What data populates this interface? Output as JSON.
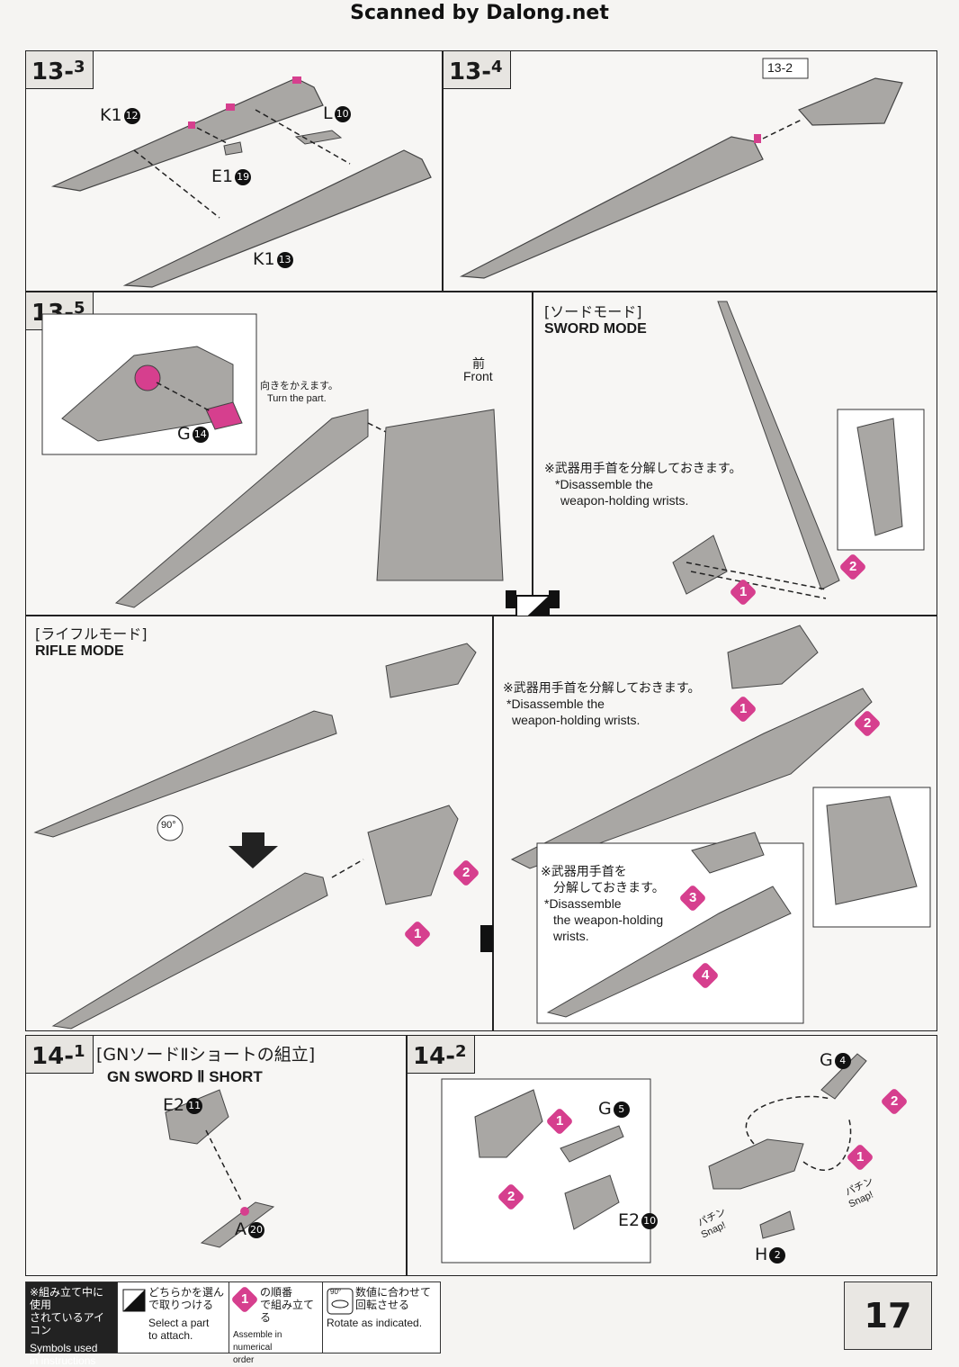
{
  "header": {
    "scan_credit": "Scanned by Dalong.net"
  },
  "steps": {
    "s13_3": {
      "num": "13",
      "sub": "3",
      "parts": [
        {
          "code": "K1",
          "n": "12"
        },
        {
          "code": "L",
          "n": "10"
        },
        {
          "code": "E1",
          "n": "19"
        },
        {
          "code": "K1",
          "n": "13"
        }
      ]
    },
    "s13_4": {
      "num": "13",
      "sub": "4",
      "ref": "13-2"
    },
    "s13_5": {
      "num": "13",
      "sub": "5",
      "turn_jp": "向きをかえます。",
      "turn_en": "Turn the part.",
      "part": {
        "code": "G",
        "n": "14"
      },
      "front_jp": "前",
      "front_en": "Front"
    },
    "sword": {
      "mode_jp": "[ソードモード]",
      "mode_en": "SWORD MODE",
      "note_jp": "※武器用手首を分解しておきます。",
      "note_en1": "*Disassemble the",
      "note_en2": "weapon-holding wrists."
    },
    "rifle": {
      "mode_jp": "[ライフルモード]",
      "mode_en": "RIFLE MODE",
      "rotate": "90°"
    },
    "rifle_right": {
      "note_jp": "※武器用手首を分解しておきます。",
      "note_en1": "*Disassemble the",
      "note_en2": "weapon-holding wrists.",
      "note2_jp1": "※武器用手首を",
      "note2_jp2": "分解しておきます。",
      "note2_en1": "*Disassemble",
      "note2_en2": "the weapon-holding",
      "note2_en3": "wrists."
    },
    "s14_1": {
      "num": "14",
      "sub": "1",
      "title_jp": "[GNソードⅡショートの組立]",
      "title_en": "GN SWORD Ⅱ SHORT",
      "parts": [
        {
          "code": "E2",
          "n": "11"
        },
        {
          "code": "A",
          "n": "20"
        }
      ]
    },
    "s14_2": {
      "num": "14",
      "sub": "2",
      "parts": [
        {
          "code": "G",
          "n": "5"
        },
        {
          "code": "E2",
          "n": "10"
        },
        {
          "code": "G",
          "n": "4"
        },
        {
          "code": "H",
          "n": "2"
        }
      ],
      "snap_jp": "パチン",
      "snap_en": "Snap!"
    }
  },
  "legend": {
    "intro_jp1": "※組み立て中に使用",
    "intro_jp2": "されているアイコン",
    "intro_en1": "Symbols used",
    "intro_en2": "in instructions",
    "select_jp1": "どちらかを選ん",
    "select_jp2": "で取りつける",
    "select_en1": "Select a part",
    "select_en2": "to attach.",
    "order_jp1": "の順番",
    "order_jp2": "で組み立てる",
    "order_en1": "Assemble in numerical",
    "order_en2": "order",
    "rotate_jp1": "数値に合わせて",
    "rotate_jp2": "回転させる",
    "rotate_en": "Rotate as indicated.",
    "rotate_val": "90°"
  },
  "colors": {
    "accent": "#d63f8e",
    "line": "#222222",
    "part": "#a9a7a4"
  },
  "page": {
    "number": "17"
  }
}
